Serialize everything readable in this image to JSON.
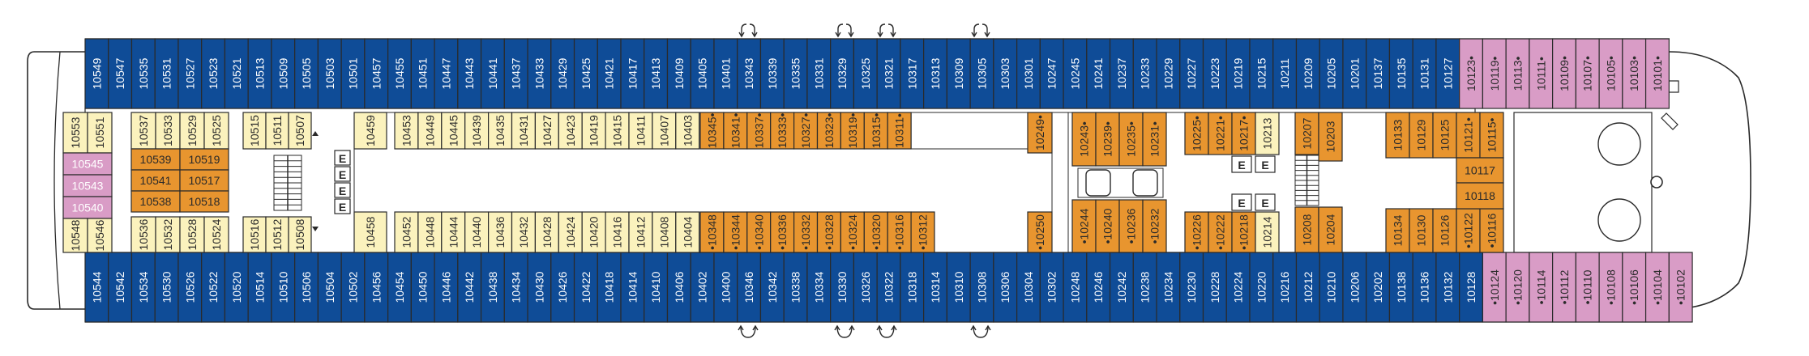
{
  "colors": {
    "balcony": "#0f4c97",
    "oceanview": "#e8952f",
    "inside": "#fbf2bd",
    "suite": "#d99cc6",
    "outline": "#2a2a2a",
    "text_dark": "#2a2a2a",
    "text_light": "#ffffff"
  },
  "icons": [
    "elevator-icon",
    "stair-icon",
    "connecting-door-arrow-icon"
  ],
  "cabins": {
    "top_outer": [
      "10549",
      "10547",
      "10535",
      "10531",
      "10527",
      "10523",
      "10521",
      "10513",
      "10509",
      "10505",
      "10503",
      "10501",
      "10457",
      "10455",
      "10451",
      "10447",
      "10443",
      "10441",
      "10437",
      "10433",
      "10429",
      "10425",
      "10421",
      "10417",
      "10413",
      "10409",
      "10405",
      "10401",
      "10343",
      "10339",
      "10335",
      "10331",
      "10329",
      "10325",
      "10321",
      "10317",
      "10313",
      "10309",
      "10305",
      "10303",
      "10301",
      "10247",
      "10245",
      "10241",
      "10237",
      "10233",
      "10229",
      "10227",
      "10223",
      "10219",
      "10215",
      "10211",
      "10209",
      "10205",
      "10201",
      "10137",
      "10135",
      "10131",
      "10127",
      "10123•",
      "10119•",
      "10113•",
      "10111•",
      "10109•",
      "10107•",
      "10105•",
      "10103•",
      "10101•"
    ],
    "bottom_outer": [
      "10544",
      "10542",
      "10534",
      "10530",
      "10526",
      "10522",
      "10520",
      "10514",
      "10510",
      "10506",
      "10504",
      "10502",
      "10456",
      "10454",
      "10450",
      "10446",
      "10442",
      "10438",
      "10434",
      "10430",
      "10426",
      "10422",
      "10418",
      "10414",
      "10410",
      "10406",
      "10402",
      "10400",
      "10346",
      "10342",
      "10338",
      "10334",
      "10330",
      "10326",
      "10322",
      "10318",
      "10314",
      "10310",
      "10308",
      "10306",
      "10304",
      "10302",
      "10248",
      "10246",
      "10242",
      "10238",
      "10234",
      "10230",
      "10228",
      "10224",
      "10220",
      "10216",
      "10212",
      "10210",
      "10206",
      "10202",
      "10138",
      "10136",
      "10132",
      "10128",
      "•10124",
      "•10120",
      "•10114",
      "•10112",
      "•10110",
      "•10108",
      "•10106",
      "•10104",
      "•10102"
    ],
    "inner_top_a": [
      "10459",
      "10453",
      "10449",
      "10445",
      "10439",
      "10435",
      "10431",
      "10427",
      "10423",
      "10419",
      "10415",
      "10411",
      "10407",
      "10403"
    ],
    "inner_top_b": [
      "10345•",
      "10341•",
      "10337•",
      "10333•",
      "10327•",
      "10323•",
      "10319•",
      "10315•",
      "10311•"
    ],
    "inner_bottom_a": [
      "10458",
      "10452",
      "10448",
      "10444",
      "10440",
      "10436",
      "10432",
      "10428",
      "10424",
      "10420",
      "10416",
      "10412",
      "10408",
      "10404"
    ],
    "inner_bottom_b": [
      "•10348",
      "•10344",
      "•10340",
      "•10336",
      "•10332",
      "•10328",
      "•10324",
      "•10320",
      "•10316",
      "•10312"
    ],
    "aft_top": [
      "10553",
      "10551",
      "10537",
      "10533",
      "10529",
      "10525",
      "10515",
      "10511",
      "10507"
    ],
    "aft_bottom": [
      "10548",
      "10546",
      "10536",
      "10532",
      "10528",
      "10524",
      "10516",
      "10512",
      "10508"
    ],
    "aft_suites": [
      "10545",
      "10543",
      "10540"
    ],
    "aft_horizontal": [
      "10539",
      "10519",
      "10541",
      "10517",
      "10538",
      "10518"
    ],
    "mid_249": "10249•",
    "mid_250": "•10250",
    "cluster_top": [
      "10243•",
      "10239•",
      "10235•",
      "10231•",
      "10225•",
      "10221•",
      "10217•",
      "10213",
      "10207",
      "10203",
      "10133",
      "10129",
      "10125",
      "10121•",
      "10115•"
    ],
    "cluster_bottom": [
      "•10244",
      "•10240",
      "•10236",
      "•10232",
      "•10226",
      "•10222",
      "•10218",
      "10214",
      "10208",
      "10204",
      "10134",
      "10130",
      "10126",
      "•10122",
      "•10116"
    ],
    "fwd_horizontal": [
      "10117",
      "10118"
    ],
    "elevator_letter": "E"
  }
}
